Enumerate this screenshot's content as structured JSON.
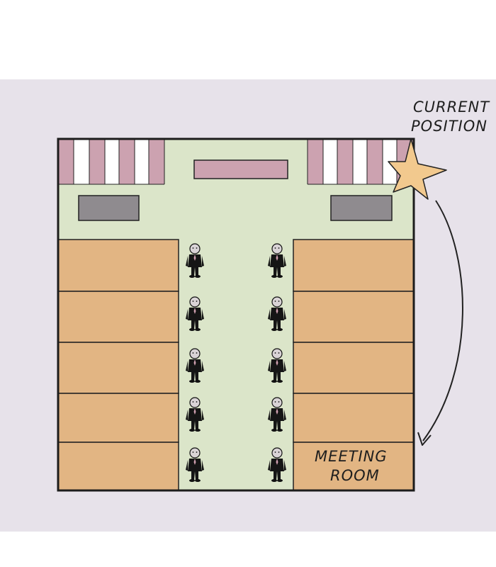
{
  "labels": {
    "current_line1": "CURRENT",
    "current_line2": "POSITION",
    "meeting_line1": "MEETING",
    "meeting_line2": "ROOM"
  },
  "colors": {
    "background": "#e7e2ea",
    "floor": "#dbe5c9",
    "desk": "#e2b583",
    "shelf_stripe": "#cca2b0",
    "screen": "#8f8b8f",
    "outline": "#1c1c1c",
    "star": "#f2c98e"
  },
  "icons": [
    "person-icon",
    "star-icon",
    "arrow-icon"
  ]
}
